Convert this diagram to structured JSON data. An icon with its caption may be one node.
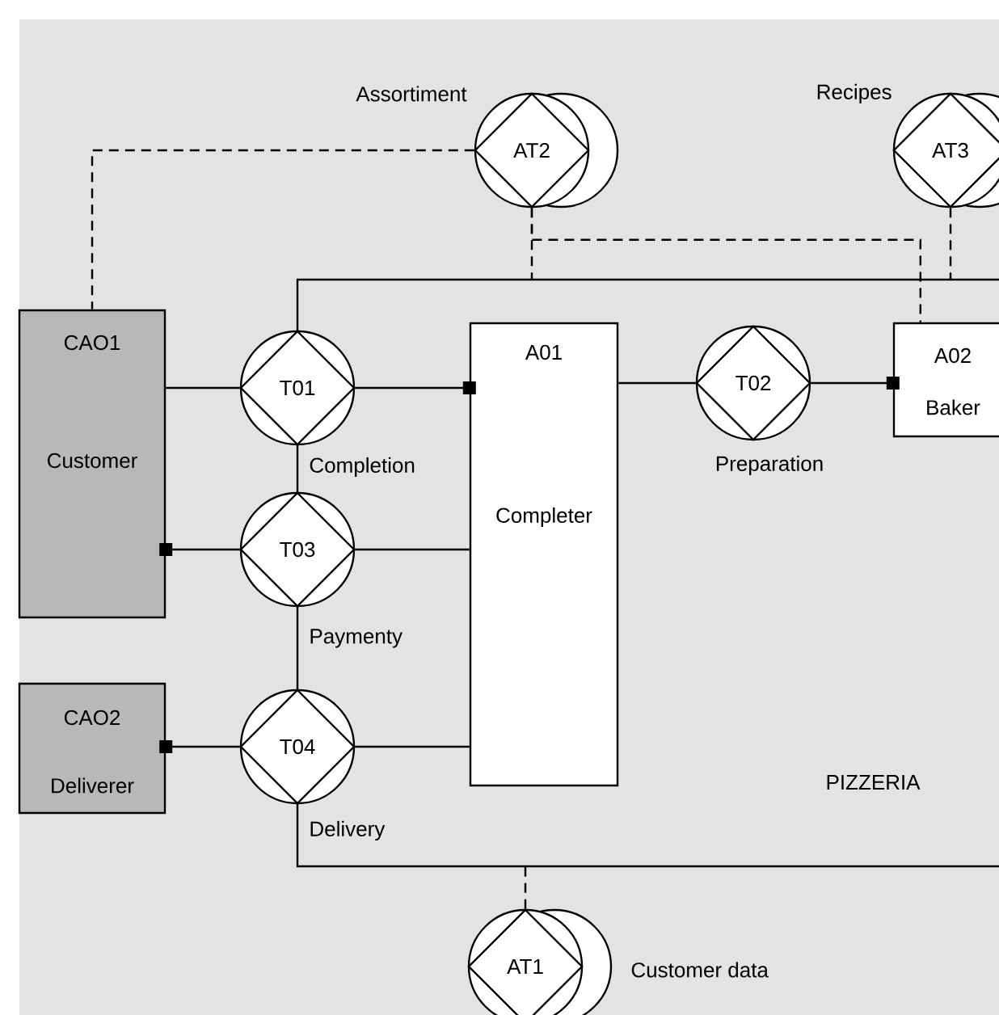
{
  "diagram": {
    "nodes": [
      {
        "text": [
          "PIZZERIA"
        ]
      },
      {
        "text": [
          "CAO1",
          "Customer"
        ]
      },
      {
        "text": [
          "T01"
        ],
        "beside": [
          "Completion"
        ]
      },
      {
        "text": [
          "A01",
          "Completer"
        ],
        "in": 0
      },
      {
        "text": [
          "T02"
        ],
        "beside": [
          "Preparation"
        ],
        "in": 0
      },
      {
        "text": [
          "A02",
          "Baker"
        ],
        "in": 0
      },
      {
        "text": [
          "T03"
        ],
        "beside": [
          "Paymenty"
        ]
      },
      {
        "text": [
          "CAO2",
          "Deliverer"
        ]
      },
      {
        "text": [
          "T04"
        ],
        "beside": [
          "Delivery"
        ]
      },
      {
        "text": [
          "AT2"
        ],
        "beside": [
          "Assortiment"
        ]
      },
      {
        "text": [
          "AT3"
        ],
        "beside": [
          "Recipes"
        ]
      },
      {
        "text": [
          "AT1"
        ],
        "beside": [
          "Customer data"
        ]
      }
    ],
    "edges": [
      {
        "from": 1,
        "to": 2,
        "arrow": "none"
      },
      {
        "from": 2,
        "to": 3,
        "arrow": "other"
      },
      {
        "from": 3,
        "to": 4,
        "arrow": "none"
      },
      {
        "from": 4,
        "to": 5,
        "arrow": "other"
      },
      {
        "from": 6,
        "to": 1,
        "arrow": "other"
      },
      {
        "from": 6,
        "to": 3,
        "arrow": "none"
      },
      {
        "from": 8,
        "to": 7,
        "arrow": "other"
      },
      {
        "from": 8,
        "to": 3,
        "arrow": "none"
      },
      {
        "from": 9,
        "to": 1,
        "arrow": "none",
        "style": "dashed"
      },
      {
        "from": 9,
        "to": 0,
        "arrow": "none",
        "style": "dashed"
      },
      {
        "from": 9,
        "to": 5,
        "arrow": "none",
        "style": "dashed"
      },
      {
        "from": 10,
        "to": 0,
        "arrow": "none",
        "style": "dashed"
      },
      {
        "from": 11,
        "to": 0,
        "arrow": "none",
        "style": "dashed"
      }
    ]
  }
}
